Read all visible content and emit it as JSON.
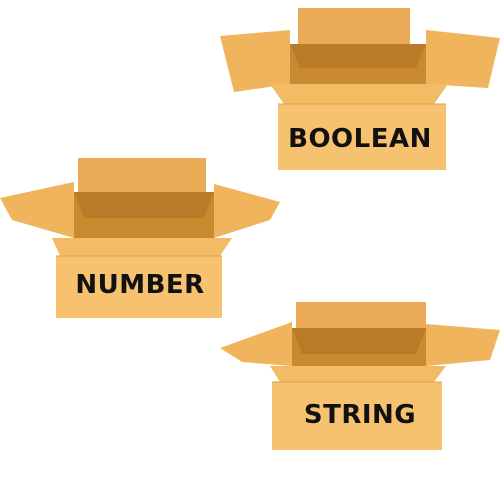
{
  "boxes": [
    {
      "label": "BOOLEAN"
    },
    {
      "label": "NUMBER"
    },
    {
      "label": "STRING"
    }
  ],
  "colors": {
    "cardboard_front": "#f6c26f",
    "cardboard_inner": "#c9892f",
    "cardboard_flap": "#f0b45c",
    "label_text": "#111111"
  },
  "icons": [
    "cardboard-box-icon"
  ]
}
